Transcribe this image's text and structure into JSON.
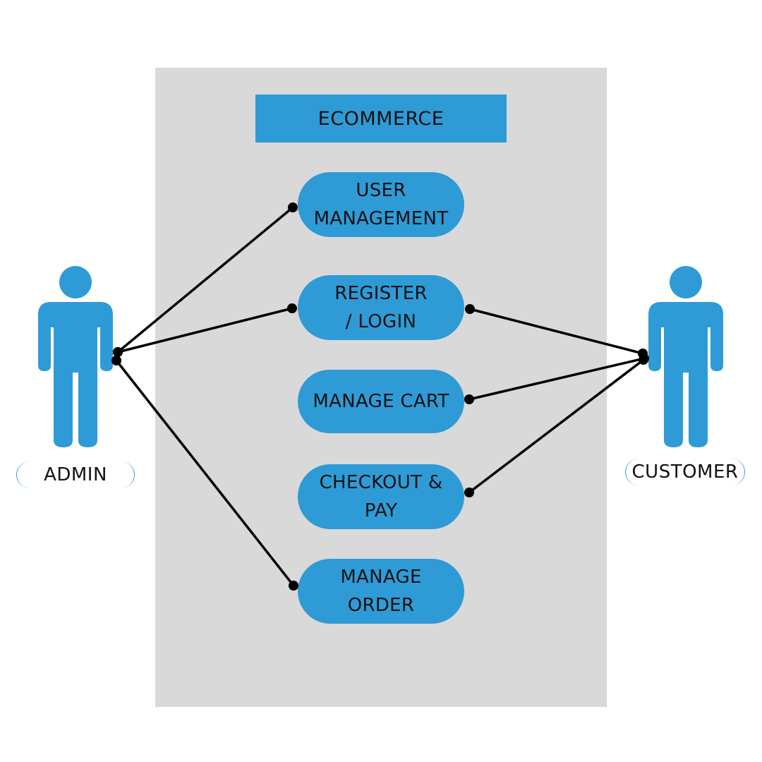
{
  "colors": {
    "system_background": "#d9d9d9",
    "accent_blue": "#2e9bd6",
    "connector": "#000000",
    "text": "#111111"
  },
  "system": {
    "title": "ECOMMERCE"
  },
  "use_cases": [
    {
      "id": "user-management",
      "lines": [
        "USER",
        "MANAGEMENT"
      ]
    },
    {
      "id": "register-login",
      "lines": [
        "REGISTER",
        "/ LOGIN"
      ]
    },
    {
      "id": "manage-cart",
      "lines": [
        "MANAGE CART"
      ]
    },
    {
      "id": "checkout-pay",
      "lines": [
        "CHECKOUT &",
        "PAY"
      ]
    },
    {
      "id": "manage-order",
      "lines": [
        "MANAGE",
        "ORDER"
      ]
    }
  ],
  "actors": [
    {
      "id": "admin",
      "label": "ADMIN",
      "icon": "person-icon"
    },
    {
      "id": "customer",
      "label": "CUSTOMER",
      "icon": "person-icon"
    }
  ],
  "associations": [
    {
      "actor": "admin",
      "use_case": "user-management"
    },
    {
      "actor": "admin",
      "use_case": "register-login"
    },
    {
      "actor": "admin",
      "use_case": "manage-order"
    },
    {
      "actor": "customer",
      "use_case": "register-login"
    },
    {
      "actor": "customer",
      "use_case": "manage-cart"
    },
    {
      "actor": "customer",
      "use_case": "checkout-pay"
    }
  ]
}
